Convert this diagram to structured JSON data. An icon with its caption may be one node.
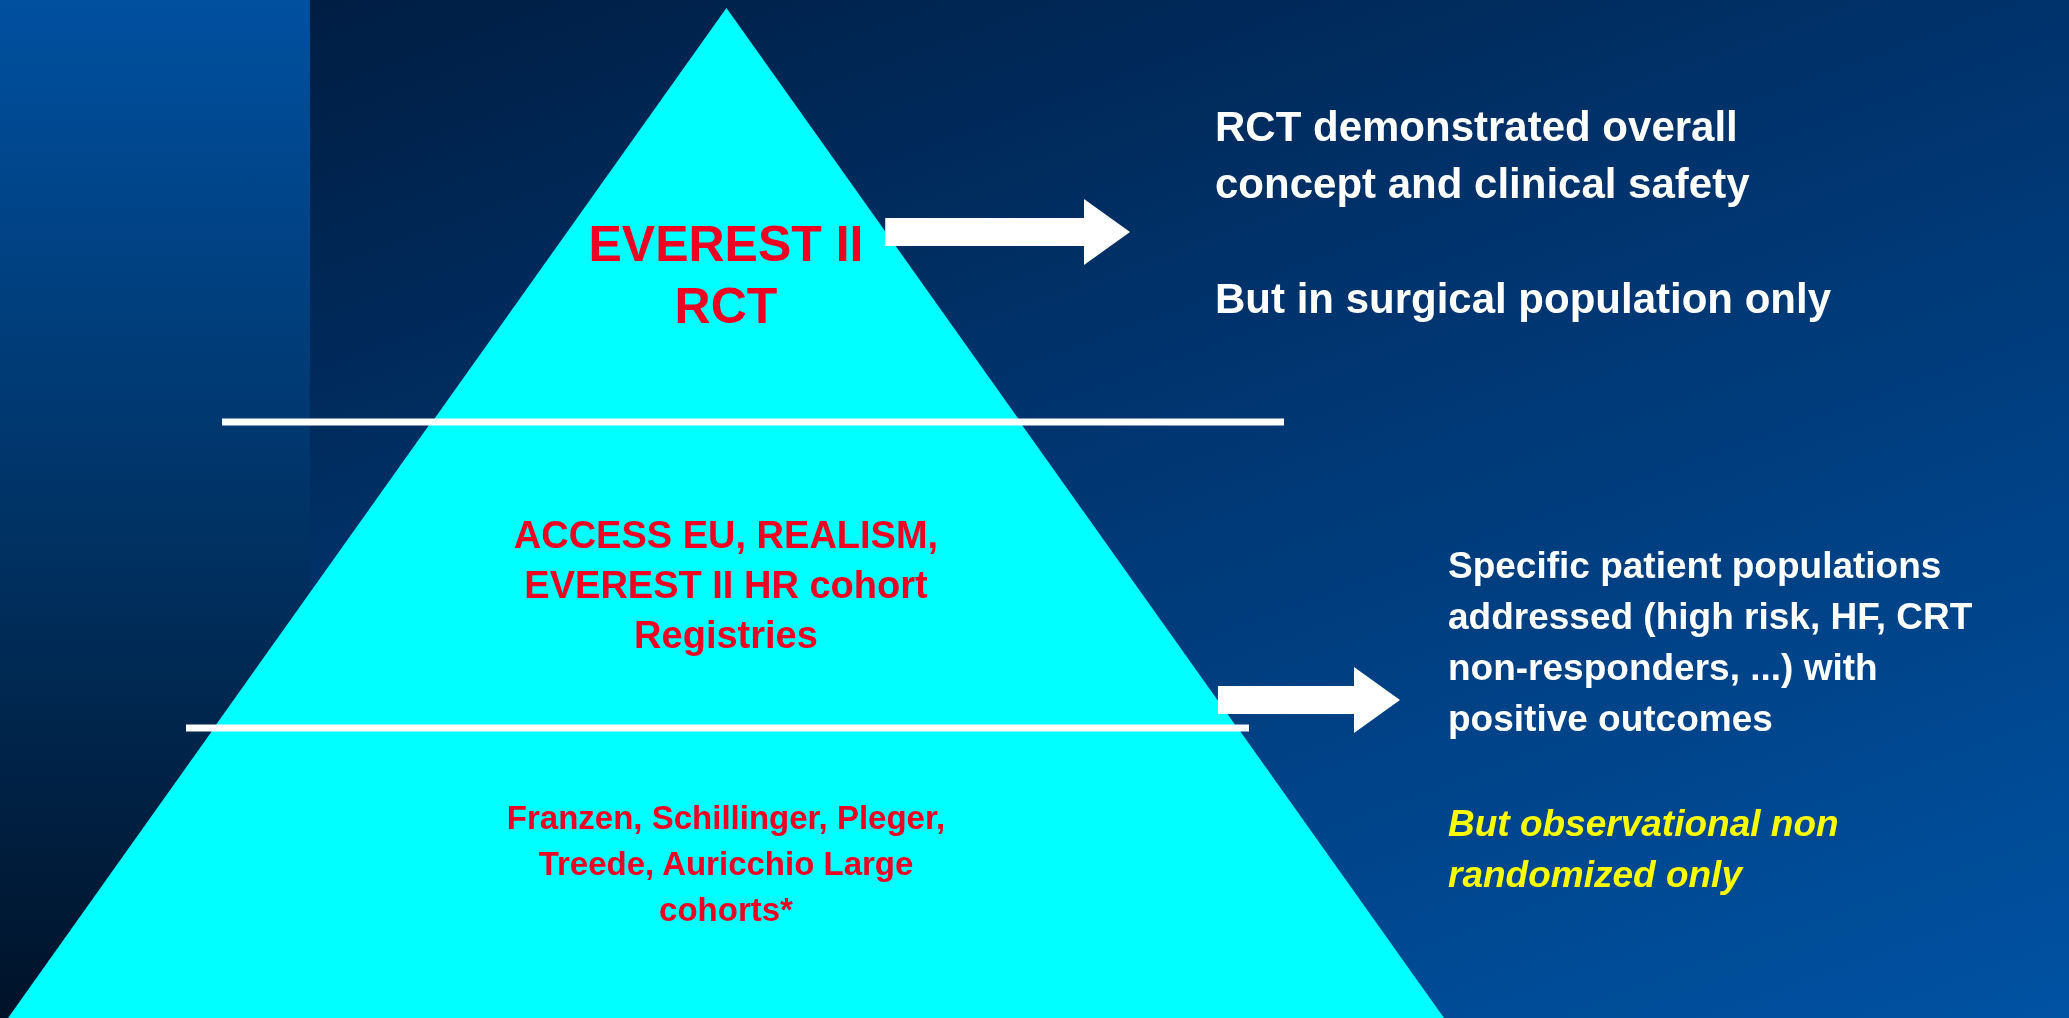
{
  "diagram": {
    "nodes": [
      {
        "text": [
          "EVEREST II RCT"
        ]
      },
      {
        "text": [
          "ACCESS EU, REALISM, EVEREST II HR cohort Registries"
        ]
      },
      {
        "text": [
          "Franzen, Schillinger, Pleger, Treede, Auricchio Large cohorts*"
        ]
      },
      {
        "text": [
          "RCT demonstrated overall concept and clinical safety",
          "But in surgical population only"
        ]
      },
      {
        "text": [
          "Specific patient populations addressed (high risk, HF, CRT non-responders, ...) with positive outcomes",
          "But observational non randomized only"
        ]
      }
    ],
    "edges": [
      {
        "from": 0,
        "to": 3,
        "arrow": "to"
      },
      {
        "from": 1,
        "to": 4,
        "arrow": "to"
      }
    ]
  }
}
